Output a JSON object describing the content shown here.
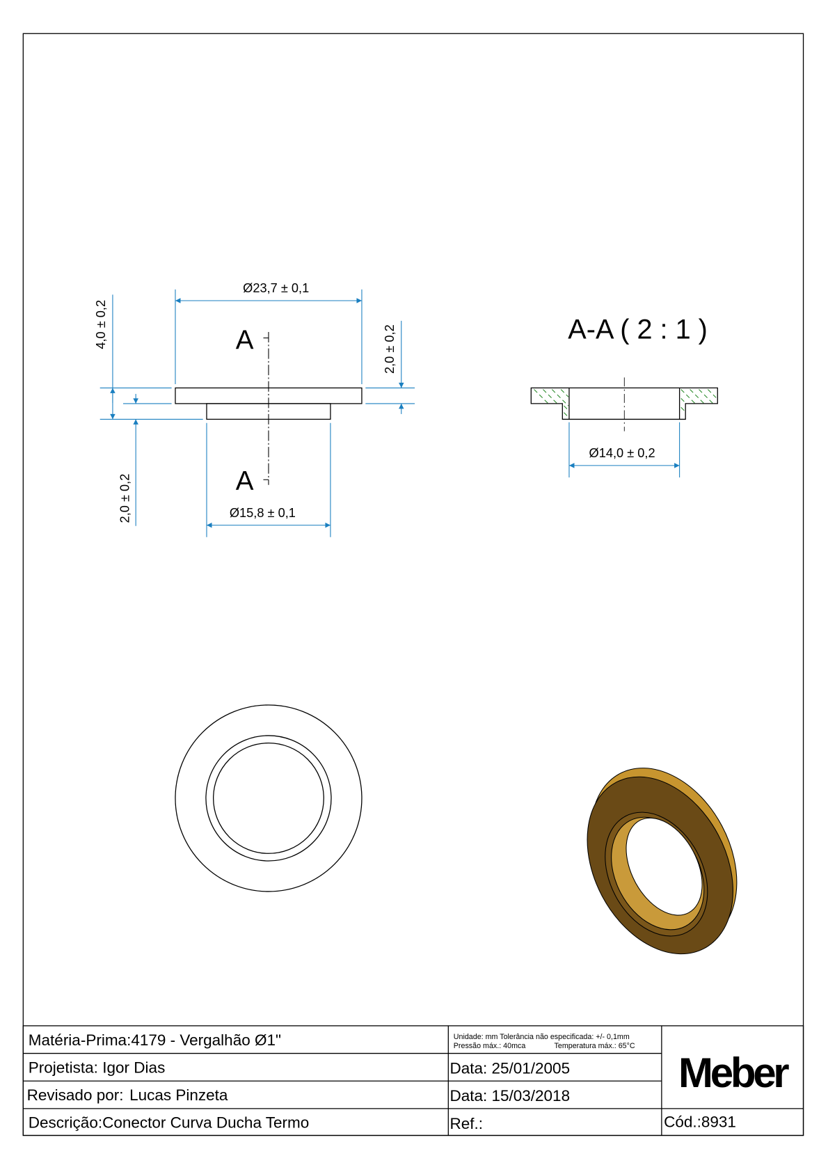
{
  "drawing": {
    "front_view": {
      "section_label_top": "A",
      "section_label_bottom": "A",
      "dim_outer_diameter": "Ø23,7 ± 0,1",
      "dim_total_height": "4,0 ± 0,2",
      "dim_flange_height": "2,0 ± 0,2",
      "dim_boss_height": "2,0 ± 0,2",
      "dim_boss_diameter": "Ø15,8 ± 0,1"
    },
    "section_view": {
      "title": "A-A  ( 2 : 1 )",
      "dim_inner_diameter": "Ø14,0 ± 0,2"
    }
  },
  "title_block": {
    "materia_prima_label": "Matéria-Prima:",
    "materia_prima_value": "4179 - Vergalhão Ø1\"",
    "projetista_label": "Projetista:",
    "projetista_value": "Igor Dias",
    "revisado_label": "Revisado por:",
    "revisado_value": "Lucas Pinzeta",
    "descricao_label": "Descrição:",
    "descricao_value": "Conector Curva Ducha Termo",
    "notes_line1": "Unidade: mm Tolerância não especificada: +/- 0,1mm",
    "notes_line2_a": "Pressão máx.: 40mca",
    "notes_line2_b": "Temperatura máx.: 65°C",
    "data_criacao": "Data: 25/01/2005",
    "data_revisao": "Data: 15/03/2018",
    "ref_label": "Ref.:",
    "logo": "Meber",
    "cod_label": "Cód.:",
    "cod_value": "8931"
  },
  "colors": {
    "dimension": "#1a7fc0",
    "hatch": "#2a8a2a",
    "part": "#b8862e"
  }
}
